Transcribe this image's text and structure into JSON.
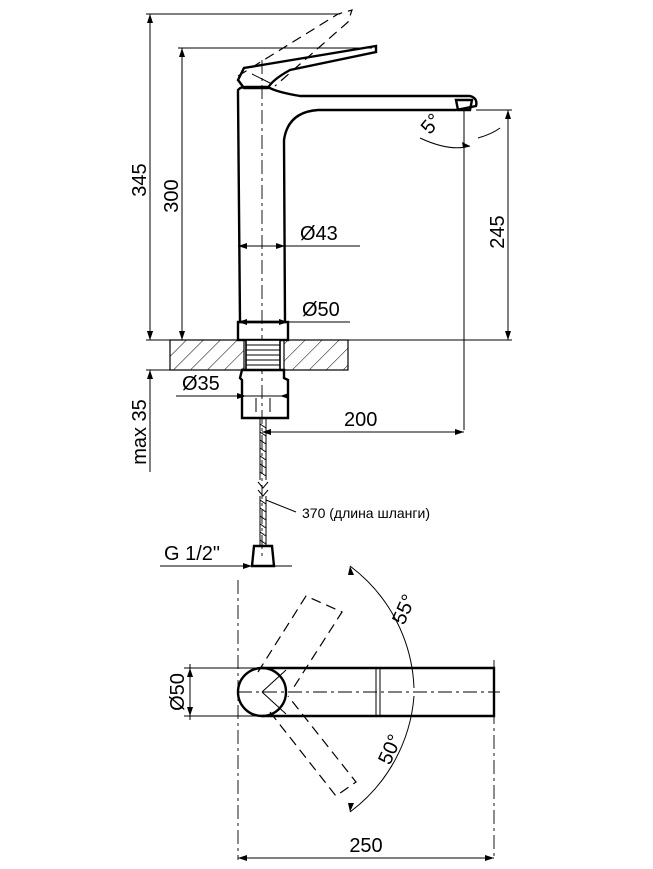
{
  "dimensions": {
    "total_height": "345",
    "body_height": "300",
    "spout_height": "245",
    "body_diameter": "Ø43",
    "base_diameter": "Ø50",
    "shank_diameter": "Ø35",
    "max_thickness": "max 35",
    "spout_reach": "200",
    "spout_angle": "5°",
    "hose_length": "370 (длина шланги)",
    "thread": "G 1/2\"",
    "plan_base_diameter": "Ø50",
    "lever_angle_left": "55°",
    "lever_angle_right": "50°",
    "total_length": "250"
  }
}
